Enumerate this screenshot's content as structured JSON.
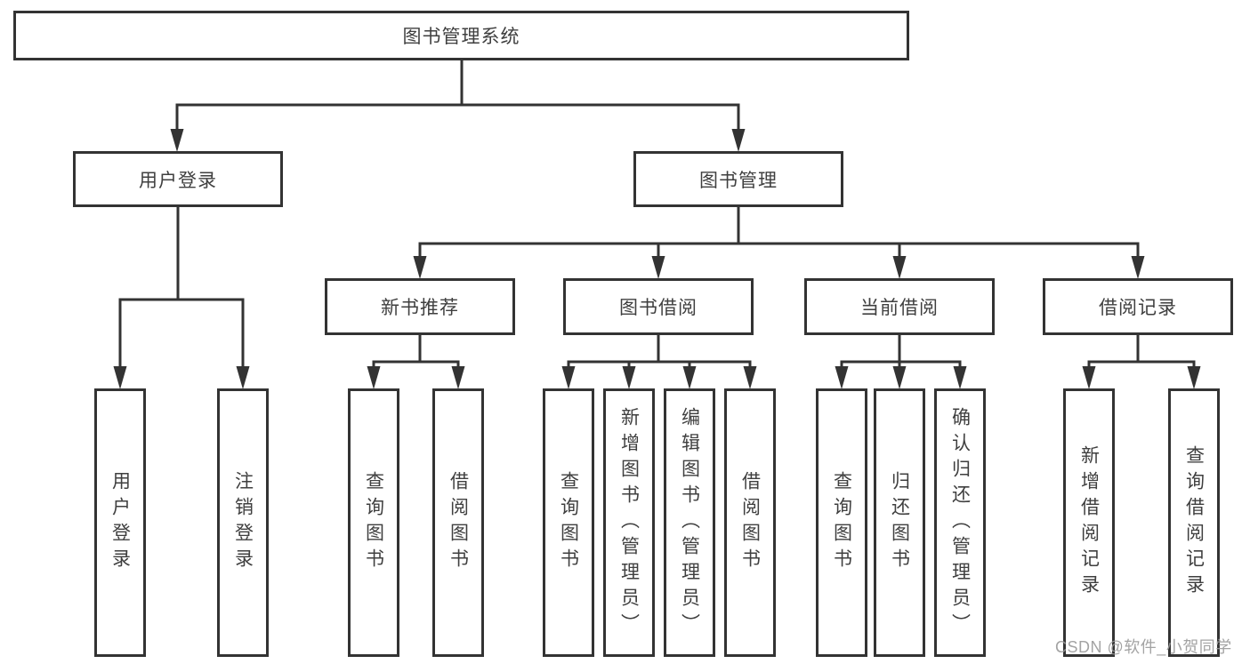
{
  "tree": {
    "root": {
      "label": "图书管理系统"
    },
    "level2": [
      {
        "label": "用户登录",
        "leaves": [
          {
            "label": "用户登录"
          },
          {
            "label": "注销登录"
          }
        ]
      },
      {
        "label": "图书管理",
        "groups": [
          {
            "label": "新书推荐",
            "leaves": [
              {
                "label": "查询图书"
              },
              {
                "label": "借阅图书"
              }
            ]
          },
          {
            "label": "图书借阅",
            "leaves": [
              {
                "label": "查询图书"
              },
              {
                "label": "新增图书（管理员）"
              },
              {
                "label": "编辑图书（管理员）"
              },
              {
                "label": "借阅图书"
              }
            ]
          },
          {
            "label": "当前借阅",
            "leaves": [
              {
                "label": "查询图书"
              },
              {
                "label": "归还图书"
              },
              {
                "label": "确认归还（管理员）"
              }
            ]
          },
          {
            "label": "借阅记录",
            "leaves": [
              {
                "label": "新增借阅记录"
              },
              {
                "label": "查询借阅记录"
              }
            ]
          }
        ]
      }
    ]
  },
  "watermark": {
    "text": "CSDN @软件_小贺同学"
  },
  "colors": {
    "line": "#333333",
    "text": "#3f3f3f",
    "background": "#ffffff",
    "watermark": "#9a9a9a"
  }
}
